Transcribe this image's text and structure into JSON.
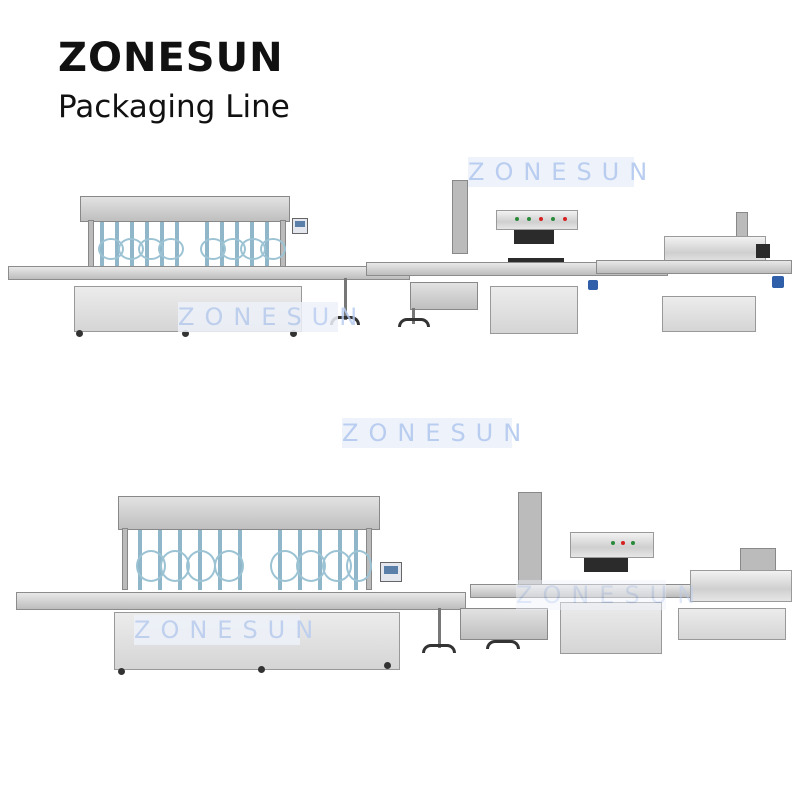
{
  "header": {
    "brand": "ZONESUN",
    "subtitle": "Packaging Line"
  },
  "watermarks": [
    {
      "text": "ZONESUN",
      "position": "top-line-above-capper"
    },
    {
      "text": "ZONESUN",
      "position": "top-line-filler-cabinet"
    },
    {
      "text": "ZONESUN",
      "position": "center-between-lines"
    },
    {
      "text": "ZONESUN",
      "position": "bottom-line-filler-cabinet"
    },
    {
      "text": "ZONESUN",
      "position": "bottom-line-capper-conveyor"
    }
  ],
  "images": {
    "top_line": {
      "description": "Packaging line front view: 12-head piston filling machine, cap elevator with spindle capping machine, double-side labeling machine on conveyor",
      "machines": [
        "filling-machine",
        "cap-elevator",
        "capping-machine",
        "labeling-machine"
      ]
    },
    "bottom_line": {
      "description": "Packaging line angled view: 12-head piston filling machine, cap elevator with spindle capping machine, labeling machine on conveyor",
      "machines": [
        "filling-machine",
        "cap-elevator",
        "capping-machine",
        "labeling-machine"
      ]
    }
  },
  "colors": {
    "text": "#111111",
    "watermark_bg": "#eef2fa",
    "watermark_text": "#b9cdf0",
    "steel": "#d0d0d0",
    "motor_blue": "#2f5fa8",
    "hose_blue": "#9cc3d4"
  }
}
